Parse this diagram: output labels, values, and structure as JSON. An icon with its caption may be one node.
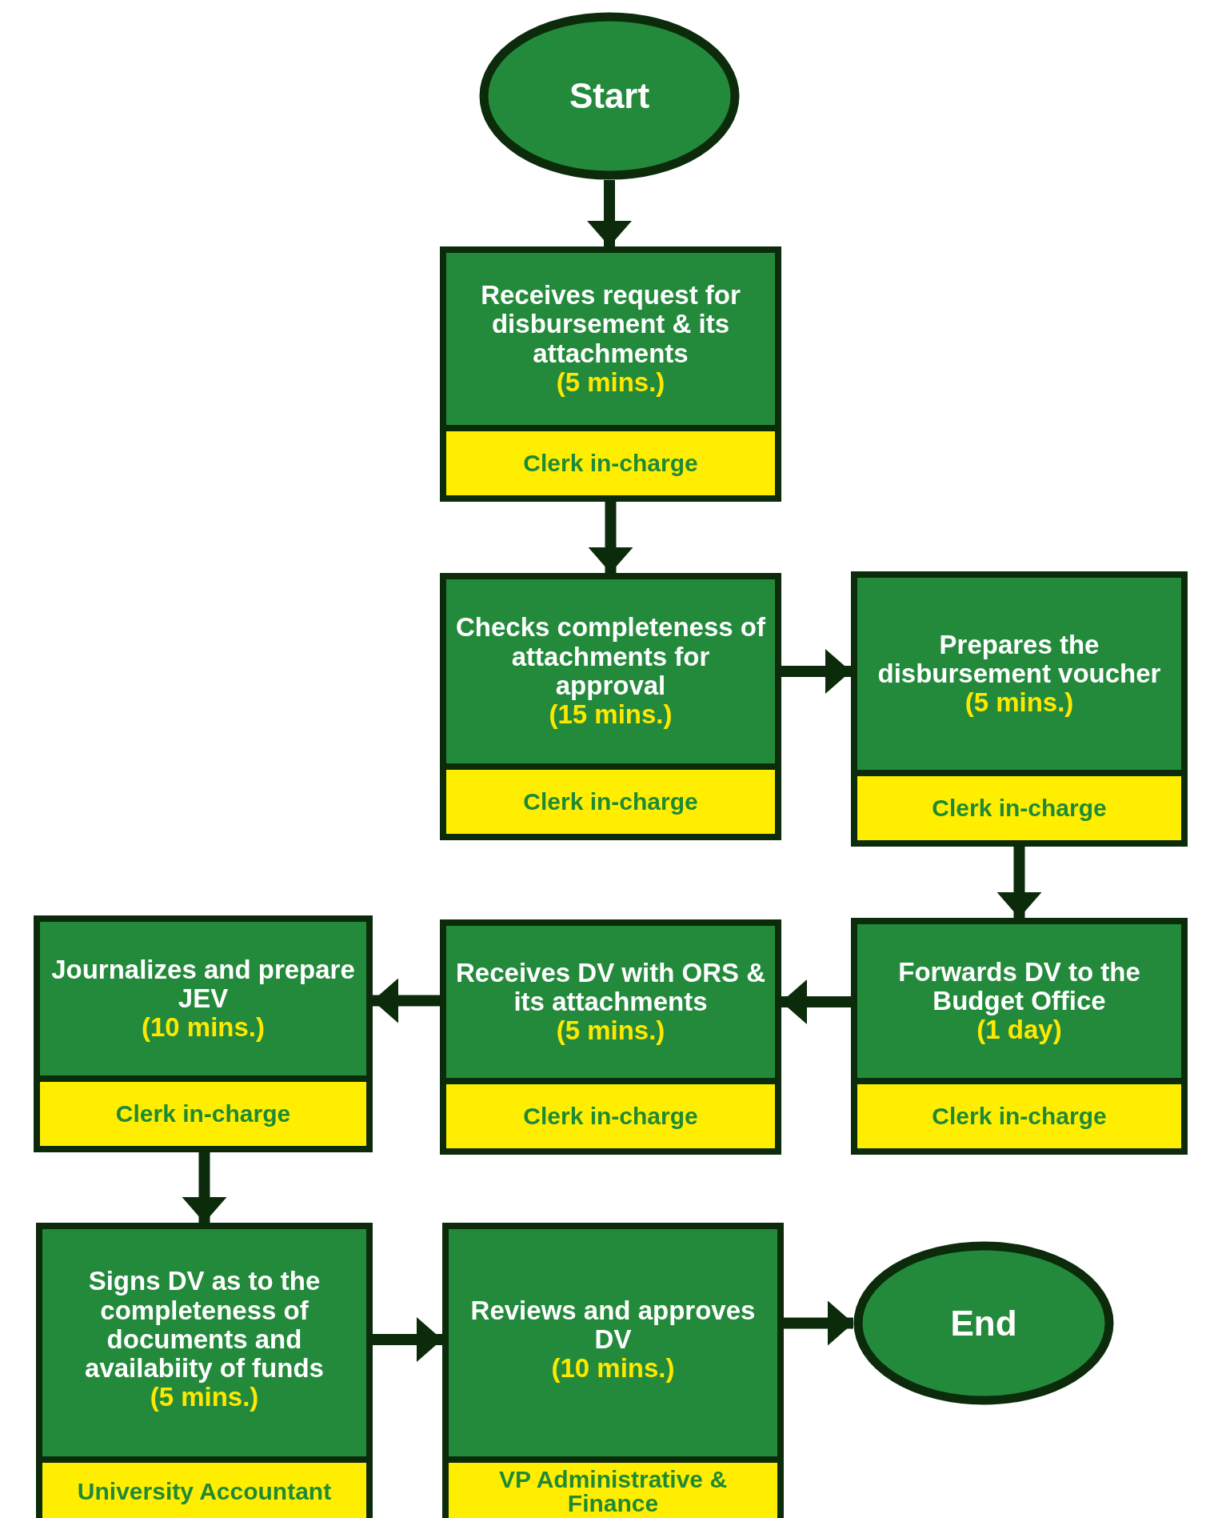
{
  "diagram": {
    "nodes": [
      {
        "text": [
          "Start"
        ]
      },
      {
        "text": [
          "Receives request for disbursement & its attachments",
          "(5 mins.)"
        ]
      },
      {
        "text": [
          "Clerk in-charge"
        ],
        "in": 1
      },
      {
        "text": [
          "Checks completeness of  attachments for approval",
          "(15 mins.)"
        ]
      },
      {
        "text": [
          "Clerk in-charge"
        ],
        "in": 3
      },
      {
        "text": [
          "Prepares the disbursement voucher",
          "(5 mins.)"
        ]
      },
      {
        "text": [
          "Clerk in-charge"
        ],
        "in": 5
      },
      {
        "text": [
          "Journalizes and prepare JEV",
          "(10 mins.)"
        ]
      },
      {
        "text": [
          "Clerk in-charge"
        ],
        "in": 7
      },
      {
        "text": [
          "Receives DV with ORS & its attachments",
          "(5 mins.)"
        ]
      },
      {
        "text": [
          "Clerk in-charge"
        ],
        "in": 9
      },
      {
        "text": [
          "Forwards DV to the Budget Office",
          "(1 day)"
        ]
      },
      {
        "text": [
          "Clerk in-charge"
        ],
        "in": 11
      },
      {
        "text": [
          "Signs DV as to the completeness of documents and availabiity of funds",
          "(5 mins.)"
        ]
      },
      {
        "text": [
          "University Accountant"
        ],
        "in": 13
      },
      {
        "text": [
          "Reviews and approves DV",
          "(10 mins.)"
        ]
      },
      {
        "text": [
          "VP Administrative & Finance"
        ],
        "in": 15
      },
      {
        "text": [
          "End"
        ]
      }
    ],
    "edges": [
      {
        "from": 0,
        "to": 1,
        "arrow": "to"
      },
      {
        "from": 1,
        "to": 3,
        "arrow": "to"
      },
      {
        "from": 3,
        "to": 5,
        "arrow": "to"
      },
      {
        "from": 5,
        "to": 11,
        "arrow": "to"
      },
      {
        "from": 11,
        "to": 9,
        "arrow": "to"
      },
      {
        "from": 9,
        "to": 7,
        "arrow": "to"
      },
      {
        "from": 7,
        "to": 13,
        "arrow": "to"
      },
      {
        "from": 13,
        "to": 15,
        "arrow": "to"
      },
      {
        "from": 15,
        "to": 17,
        "arrow": "to"
      }
    ]
  }
}
